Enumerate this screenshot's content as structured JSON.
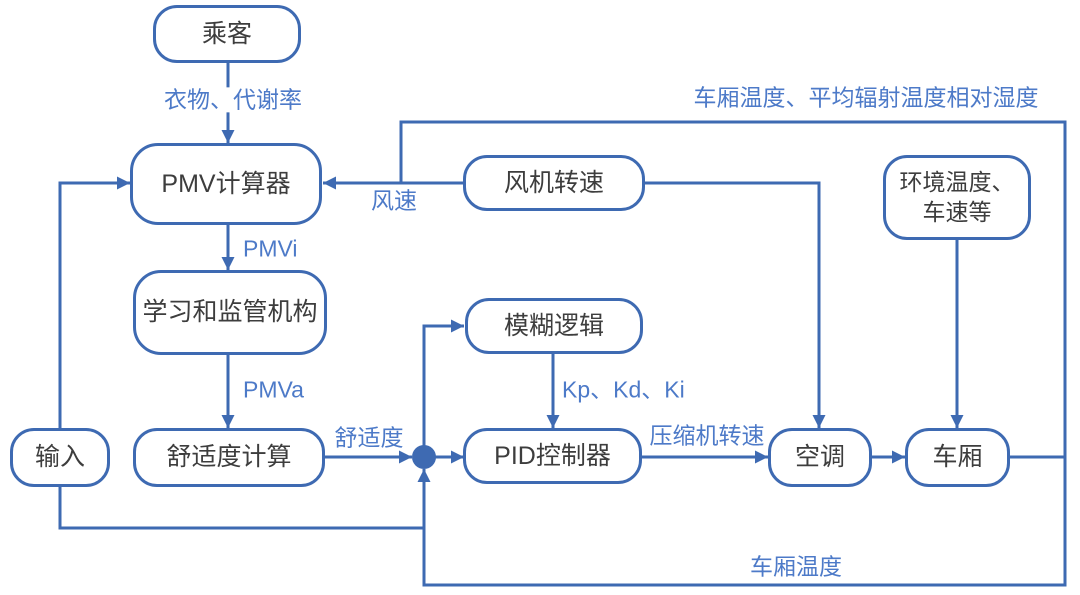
{
  "colors": {
    "line": "#3e6ab2",
    "node_border": "#3e6ab2",
    "node_text": "#3d3d3d",
    "edge_label_text": "#4d7ac8",
    "background": "#ffffff"
  },
  "nodes": {
    "passenger": {
      "label": "乘客"
    },
    "pmv_calculator": {
      "label": "PMV计算器"
    },
    "learning_supervisor": {
      "label": "学习和监管机构"
    },
    "comfort_calculation": {
      "label": "舒适度计算"
    },
    "input": {
      "label": "输入"
    },
    "fuzzy_logic": {
      "label": "模糊逻辑"
    },
    "pid_controller": {
      "label": "PID控制器"
    },
    "fan_speed": {
      "label": "风机转速"
    },
    "ambient": {
      "label": "环境温度、\n车速等"
    },
    "air_conditioner": {
      "label": "空调"
    },
    "cabin": {
      "label": "车厢"
    },
    "sum_junction": {
      "label": ""
    }
  },
  "edge_labels": {
    "clothing_metabolic_rate": "衣物、代谢率",
    "pmvi": "PMVi",
    "pmva": "PMVa",
    "comfort_level": "舒适度",
    "wind_speed": "风速",
    "cabin_temp_radiant_humidity": "车厢温度、平均辐射温度相对湿度",
    "kp_kd_ki": "Kp、Kd、Ki",
    "compressor_speed": "压缩机转速",
    "cabin_temperature": "车厢温度"
  },
  "edges": [
    {
      "from": "passenger",
      "to": "pmv_calculator",
      "label_key": "clothing_metabolic_rate"
    },
    {
      "from": "input",
      "to": "pmv_calculator",
      "label_key": ""
    },
    {
      "from": "fan_speed",
      "to": "pmv_calculator",
      "label_key": "wind_speed"
    },
    {
      "from": "cabin",
      "to": "pmv_calculator",
      "label_key": "cabin_temp_radiant_humidity"
    },
    {
      "from": "pmv_calculator",
      "to": "learning_supervisor",
      "label_key": "pmvi"
    },
    {
      "from": "learning_supervisor",
      "to": "comfort_calculation",
      "label_key": "pmva"
    },
    {
      "from": "comfort_calculation",
      "to": "sum_junction",
      "label_key": "comfort_level"
    },
    {
      "from": "input",
      "to": "sum_junction",
      "label_key": ""
    },
    {
      "from": "cabin",
      "to": "sum_junction",
      "label_key": "cabin_temperature"
    },
    {
      "from": "sum_junction",
      "to": "fuzzy_logic",
      "label_key": ""
    },
    {
      "from": "sum_junction",
      "to": "pid_controller",
      "label_key": ""
    },
    {
      "from": "fuzzy_logic",
      "to": "pid_controller",
      "label_key": "kp_kd_ki"
    },
    {
      "from": "pid_controller",
      "to": "air_conditioner",
      "label_key": "compressor_speed"
    },
    {
      "from": "fan_speed",
      "to": "air_conditioner",
      "label_key": ""
    },
    {
      "from": "air_conditioner",
      "to": "cabin",
      "label_key": ""
    },
    {
      "from": "ambient",
      "to": "cabin",
      "label_key": ""
    }
  ]
}
